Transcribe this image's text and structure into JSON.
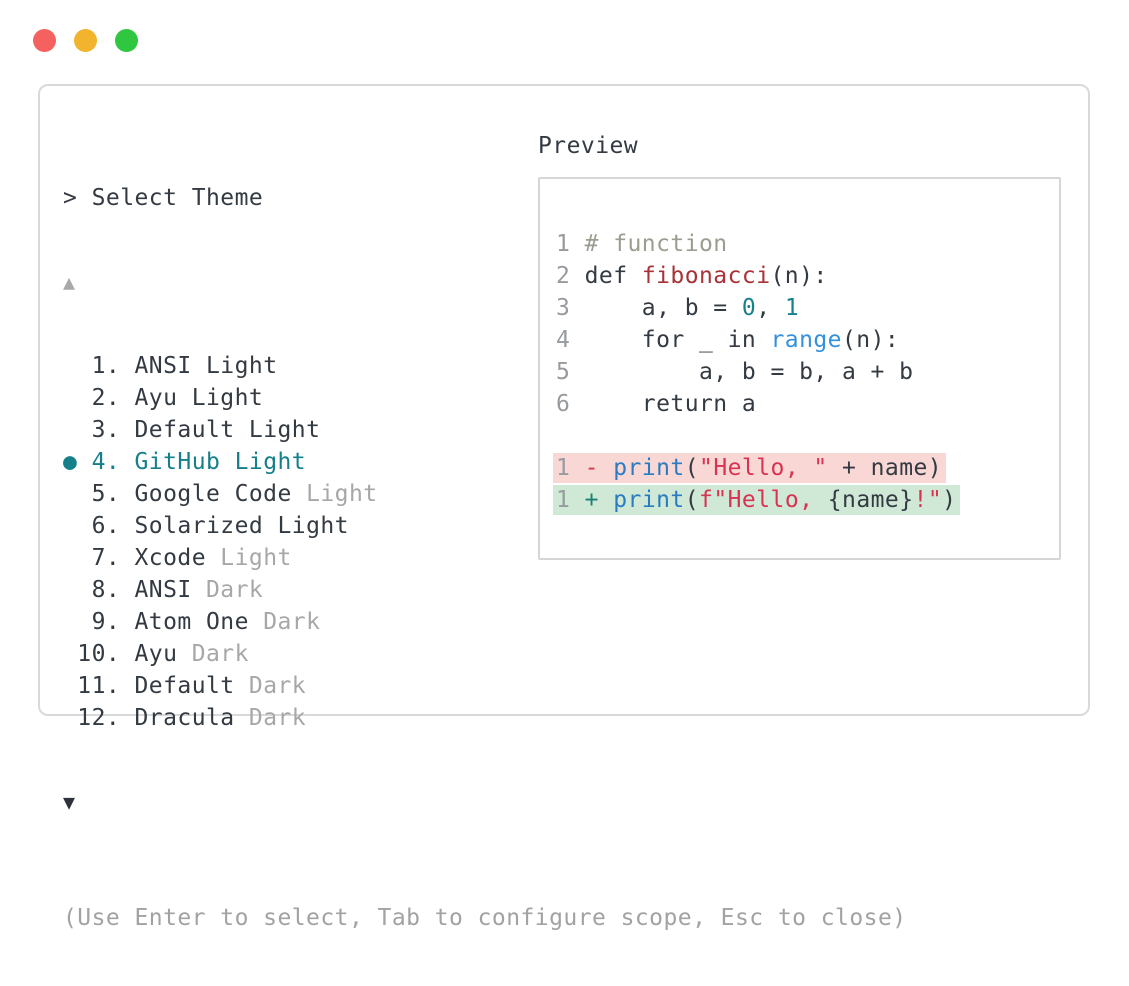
{
  "window_controls": {
    "close_label": "close",
    "minimize_label": "minimize",
    "zoom_label": "zoom"
  },
  "theme_picker": {
    "prompt": "> ",
    "title": "Select Theme",
    "scroll_up_indicator": "▲",
    "scroll_down_indicator": "▼",
    "selected_indicator": "●",
    "items": [
      {
        "number": 1,
        "name": "ANSI",
        "variant": "Light",
        "variant_dimmed": false,
        "selected": false
      },
      {
        "number": 2,
        "name": "Ayu",
        "variant": "Light",
        "variant_dimmed": false,
        "selected": false
      },
      {
        "number": 3,
        "name": "Default",
        "variant": "Light",
        "variant_dimmed": false,
        "selected": false
      },
      {
        "number": 4,
        "name": "GitHub",
        "variant": "Light",
        "variant_dimmed": false,
        "selected": true
      },
      {
        "number": 5,
        "name": "Google Code",
        "variant": "Light",
        "variant_dimmed": true,
        "selected": false
      },
      {
        "number": 6,
        "name": "Solarized",
        "variant": "Light",
        "variant_dimmed": false,
        "selected": false
      },
      {
        "number": 7,
        "name": "Xcode",
        "variant": "Light",
        "variant_dimmed": true,
        "selected": false
      },
      {
        "number": 8,
        "name": "ANSI",
        "variant": "Dark",
        "variant_dimmed": true,
        "selected": false
      },
      {
        "number": 9,
        "name": "Atom One",
        "variant": "Dark",
        "variant_dimmed": true,
        "selected": false
      },
      {
        "number": 10,
        "name": "Ayu",
        "variant": "Dark",
        "variant_dimmed": true,
        "selected": false
      },
      {
        "number": 11,
        "name": "Default",
        "variant": "Dark",
        "variant_dimmed": true,
        "selected": false
      },
      {
        "number": 12,
        "name": "Dracula",
        "variant": "Dark",
        "variant_dimmed": true,
        "selected": false
      }
    ],
    "footer": "(Use Enter to select, Tab to configure scope, Esc to close)"
  },
  "preview": {
    "label": "Preview",
    "code_lines": [
      {
        "lineno": "1",
        "segments": [
          {
            "text": "# function",
            "color": "comment"
          }
        ]
      },
      {
        "lineno": "2",
        "segments": [
          {
            "text": "def ",
            "color": "text"
          },
          {
            "text": "fibonacci",
            "color": "function_name"
          },
          {
            "text": "(n):",
            "color": "text"
          }
        ]
      },
      {
        "lineno": "3",
        "segments": [
          {
            "text": "    a, b = ",
            "color": "text"
          },
          {
            "text": "0",
            "color": "number"
          },
          {
            "text": ", ",
            "color": "text"
          },
          {
            "text": "1",
            "color": "number"
          }
        ]
      },
      {
        "lineno": "4",
        "segments": [
          {
            "text": "    for _ in ",
            "color": "text"
          },
          {
            "text": "range",
            "color": "range_call"
          },
          {
            "text": "(n):",
            "color": "text"
          }
        ]
      },
      {
        "lineno": "5",
        "segments": [
          {
            "text": "        a, b = b, a + b",
            "color": "text"
          }
        ]
      },
      {
        "lineno": "6",
        "segments": [
          {
            "text": "    return a",
            "color": "text"
          }
        ]
      },
      {
        "blank": true
      },
      {
        "lineno": "1",
        "diff": "removed",
        "segments": [
          {
            "text": "- ",
            "color": "removed_sign"
          },
          {
            "text": "print",
            "color": "print_call"
          },
          {
            "text": "(",
            "color": "text"
          },
          {
            "text": "\"Hello, \"",
            "color": "string"
          },
          {
            "text": " + name)",
            "color": "text"
          }
        ]
      },
      {
        "lineno": "1",
        "diff": "added",
        "segments": [
          {
            "text": "+ ",
            "color": "added_sign"
          },
          {
            "text": "print",
            "color": "print_call"
          },
          {
            "text": "(",
            "color": "text"
          },
          {
            "text": "f\"Hello, ",
            "color": "string"
          },
          {
            "text": "{name}",
            "color": "text"
          },
          {
            "text": "!\"",
            "color": "string"
          },
          {
            "text": ")",
            "color": "text"
          }
        ]
      }
    ]
  },
  "colors": {
    "text": "#333a42",
    "dim": "#a7a7a7",
    "selection": "#15808a",
    "lineno": "#979b9f",
    "comment": "#9a9d8f",
    "function_name": "#a93236",
    "number": "#17808b",
    "range_call": "#3390dc",
    "print_call": "#2a7cc2",
    "string": "#d93352",
    "removed_sign": "#d23b48",
    "added_sign": "#1a8076",
    "removed_bg": "#f8d7d5",
    "added_bg": "#cfe9d6",
    "window_border": "#d9d9d9",
    "preview_border": "#d6d6d6",
    "footer": "#a2a2a2",
    "light_red": "#f4615e",
    "light_yellow": "#f2b32d",
    "light_green": "#2fc73f",
    "arrow_up": "#a9a9a9",
    "arrow_down": "#2e333b"
  }
}
